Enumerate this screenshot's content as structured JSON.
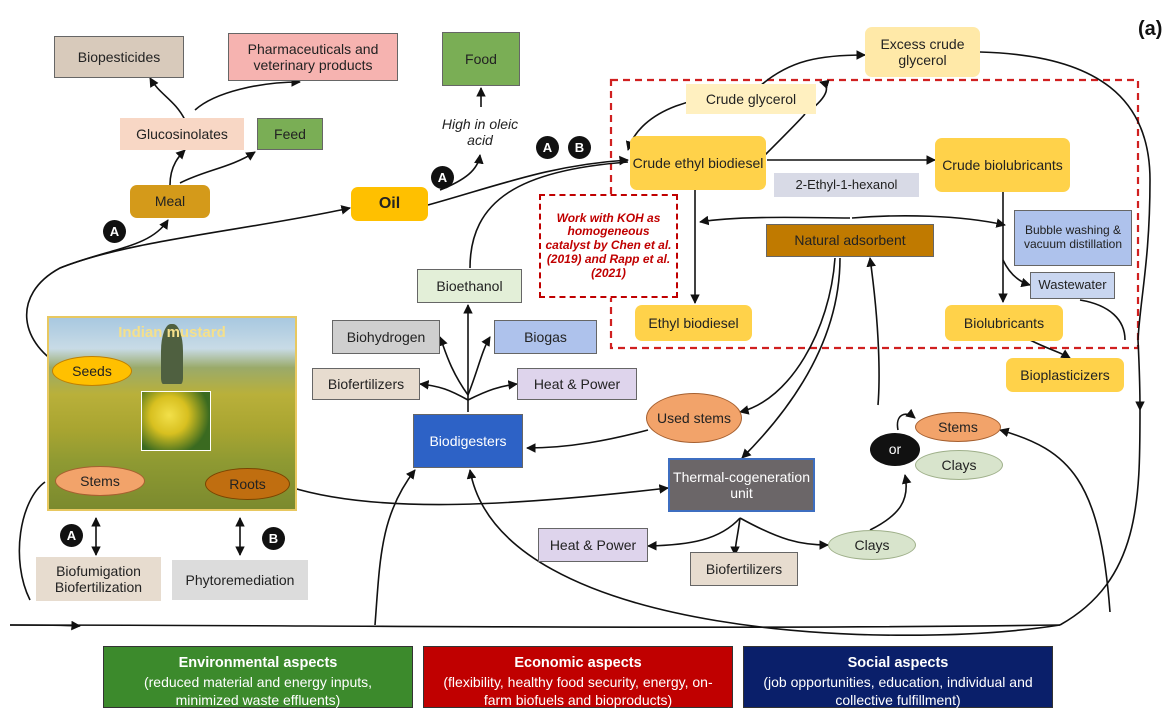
{
  "panel_label": "(a)",
  "nodes": {
    "biopesticides": "Biopesticides",
    "pharma": "Pharmaceuticals and veterinary products",
    "food": "Food",
    "glucosinolates": "Glucosinolates",
    "feed": "Feed",
    "meal": "Meal",
    "oil": "Oil",
    "high_oleic": "High in oleic acid",
    "excess_glycerol": "Excess crude glycerol",
    "crude_glycerol": "Crude glycerol",
    "crude_ethyl_biodiesel": "Crude ethyl biodiesel",
    "hexanol": "2-Ethyl-1-hexanol",
    "crude_biolubricants": "Crude biolubricants",
    "koh_note": "Work with KOH as homogeneous catalyst by Chen et al. (2019) and Rapp et al. (2021)",
    "natural_adsorbent": "Natural adsorbent",
    "bubble_washing": "Bubble washing & vacuum distillation",
    "wastewater": "Wastewater",
    "bioethanol": "Bioethanol",
    "ethyl_biodiesel": "Ethyl biodiesel",
    "biolubricants": "Biolubricants",
    "biohydrogen": "Biohydrogen",
    "biogas": "Biogas",
    "biofertilizers_top": "Biofertilizers",
    "heat_power_top": "Heat & Power",
    "bioplasticizers": "Bioplasticizers",
    "indian_mustard": "Indian mustard",
    "seeds": "Seeds",
    "stems_left": "Stems",
    "roots": "Roots",
    "used_stems": "Used stems",
    "biodigesters": "Biodigesters",
    "stems_right": "Stems",
    "or": "or",
    "clays_right": "Clays",
    "thermal_unit": "Thermal-cogeneration unit",
    "heat_power_bottom": "Heat & Power",
    "biofertilizers_bottom": "Biofertilizers",
    "clays_bottom": "Clays",
    "biofumigation": "Biofumigation Biofertilization",
    "phytoremediation": "Phytoremediation"
  },
  "markers": {
    "a": "A",
    "b": "B"
  },
  "aspects": {
    "environmental": {
      "title": "Environmental aspects",
      "desc": "(reduced material and energy inputs, minimized waste effluents)"
    },
    "economic": {
      "title": "Economic aspects",
      "desc": "(flexibility, healthy food security, energy, on-farm biofuels and bioproducts)"
    },
    "social": {
      "title": "Social aspects",
      "desc": "(job opportunities, education, individual and collective fulfillment)"
    }
  },
  "colors": {
    "environmental": "#3c8a2c",
    "economic": "#c00000",
    "social": "#0a1f6a",
    "dashed_box": "#d02020",
    "orange_node": "#ffc000",
    "brown_node": "#c07a00"
  }
}
